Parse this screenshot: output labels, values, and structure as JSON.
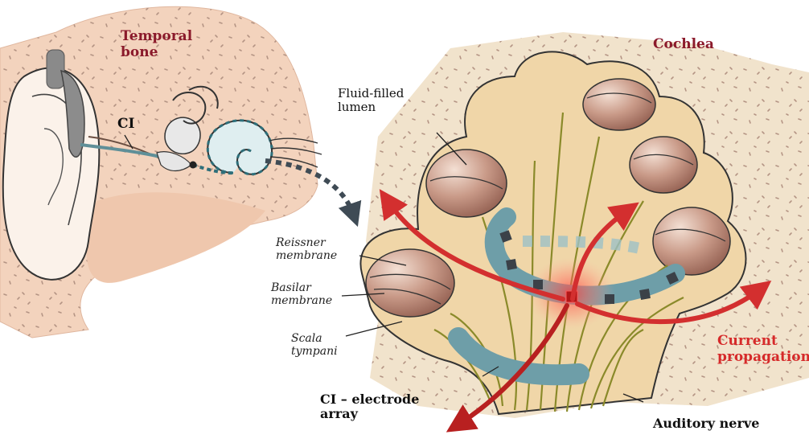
{
  "labels": {
    "temporal_bone": [
      "Temporal",
      "bone"
    ],
    "ci": "CI",
    "cochlea": "Cochlea",
    "fluid_filled_lumen": [
      "Fluid-filled",
      "lumen"
    ],
    "reissner_membrane": [
      "Reissner",
      "membrane"
    ],
    "basilar_membrane": [
      "Basilar",
      "membrane"
    ],
    "scala_tympani": [
      "Scala",
      "tympani"
    ],
    "ci_electrode_array": [
      "CI – electrode",
      "array"
    ],
    "auditory_nerve": "Auditory nerve",
    "current_propagation": [
      "Current",
      "propagation"
    ]
  },
  "colors": {
    "skin": "#f3d3bd",
    "bone_tissue": "#f1d9b4",
    "chamber": "#b98a7a",
    "electrode": "#6e9ea8",
    "current": "#d32f2f",
    "nerve": "#8a8a2a",
    "label_red": "#8b1a2b"
  }
}
